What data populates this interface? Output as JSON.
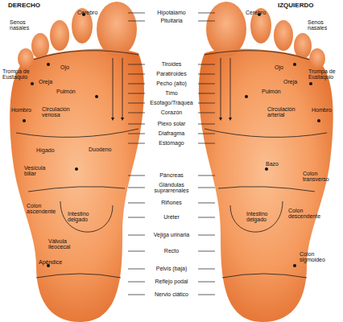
{
  "diagram": {
    "labels": [
      "DERECHO",
      "IZQUIERDO",
      "Cerebro",
      "Senos nasales",
      "Trompa de Eustaquio",
      "Ojo",
      "Oreja",
      "Pulmón",
      "Hombro",
      "Circulación venosa",
      "Hígado",
      "Duodeno",
      "Vesícula biliar",
      "Colon ascendente",
      "Intestino delgado",
      "Válvula ileocecal",
      "Apéndice",
      "Hipotálamo",
      "Pituitaria",
      "Tiroides",
      "Paratiroides",
      "Pecho (alto)",
      "Timo",
      "Esófago/Tráquea",
      "Corazón",
      "Plexo solar",
      "Diafragma",
      "Estómago",
      "Páncreas",
      "Glándulas suprarrenales",
      "Riñones",
      "Uréter",
      "Vejiga urinaria",
      "Recto",
      "Pelvis (baja)",
      "Reflejo podal",
      "Nervio ciático",
      "Cerebro",
      "Senos nasales",
      "Ojo",
      "Trompa de Eustaquio",
      "Oreja",
      "Pulmón",
      "Hombro",
      "Circulación arterial",
      "Bazo",
      "Colon transverso",
      "Intestino delgado",
      "Colon descendente",
      "Colon sigmoideo"
    ]
  }
}
